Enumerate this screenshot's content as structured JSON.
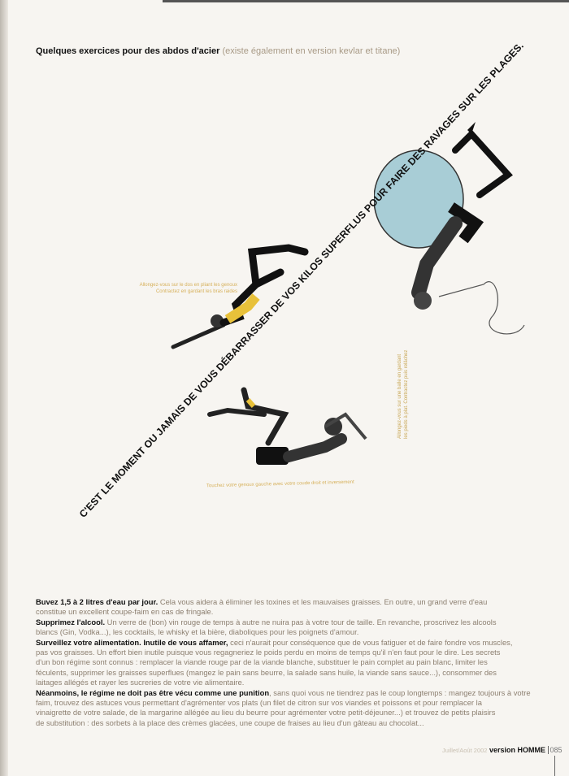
{
  "header": {
    "title_bold": "Quelques exercices pour des abdos d'acier",
    "title_light": "(existe également en version kevlar et titane)"
  },
  "headline": "C'EST LE MOMENT OU JAMAIS DE VOUS DÉBARRASSER DE VOS KILOS SUPERFLUS POUR FAIRE DES RAVAGES SUR LES PLAGES.",
  "captions": {
    "exercise1_line1": "Allongez-vous sur le dos en pliant les genoux",
    "exercise1_line2": "Contractez en gardant les bras raides",
    "exercise2_line1": "Allongez-vous sur une balle en gardant",
    "exercise2_line2": "les pieds à plat. Contractez puis relâchez",
    "exercise3": "Touchez votre genoux gauche avec votre coude droit et inversement"
  },
  "body": {
    "lines": [
      {
        "bold": "Buvez 1,5 à 2 litres d'eau par jour.",
        "text": " Cela vous aidera à éliminer les toxines et les mauvaises graisses. En outre, un grand verre d'eau"
      },
      {
        "bold": "",
        "text": "constitue un excellent coupe-faim en cas de fringale."
      },
      {
        "bold": "Supprimez l'alcool.",
        "text": " Un verre de (bon) vin rouge de temps à autre ne nuira pas à votre tour de taille. En revanche, proscrivez les alcools"
      },
      {
        "bold": "",
        "text": "blancs (Gin, Vodka...), les cocktails, le whisky et la bière, diaboliques pour les poignets d'amour."
      },
      {
        "bold": "Surveillez votre alimentation. Inutile de vous affamer,",
        "text": " ceci n'aurait pour conséquence que de vous fatiguer et de faire fondre vos muscles,"
      },
      {
        "bold": "",
        "text": "pas vos graisses. Un effort bien inutile puisque vous regagneriez le poids perdu en moins de temps qu'il n'en faut pour le dire. Les secrets"
      },
      {
        "bold": "",
        "text": "d'un bon régime sont connus : remplacer la viande rouge par de la viande blanche, substituer le pain complet au pain blanc, limiter les"
      },
      {
        "bold": "",
        "text": "féculents, supprimer les graisses superflues (mangez le pain sans beurre, la salade sans huile, la viande sans sauce...), consommer des"
      },
      {
        "bold": "",
        "text": "laitages allégés et rayer les sucreries de votre vie alimentaire."
      },
      {
        "bold": "Néanmoins, le régime ne doit pas être vécu comme une punition",
        "text": ", sans quoi vous ne tiendrez pas le coup longtemps : mangez toujours à votre"
      },
      {
        "bold": "",
        "text": "faim, trouvez des astuces vous permettant d'agrémenter vos plats (un filet de citron sur vos viandes et poissons et pour remplacer la"
      },
      {
        "bold": "",
        "text": "vinaigrette de votre salade, de la margarine allégée au lieu du beurre pour agrémenter votre petit-déjeuner...) et trouvez de petits plaisirs"
      },
      {
        "bold": "",
        "text": "de substitution : des sorbets à la place des crèmes glacées, une coupe de fraises au lieu d'un gâteau au chocolat..."
      }
    ]
  },
  "footer": {
    "date": "Juillet/Août 2002",
    "brand": "version HOMME",
    "page": "085"
  },
  "colors": {
    "accent": "#e8c13a",
    "ball": "#a8cdd6",
    "caption": "#d6b05a"
  }
}
